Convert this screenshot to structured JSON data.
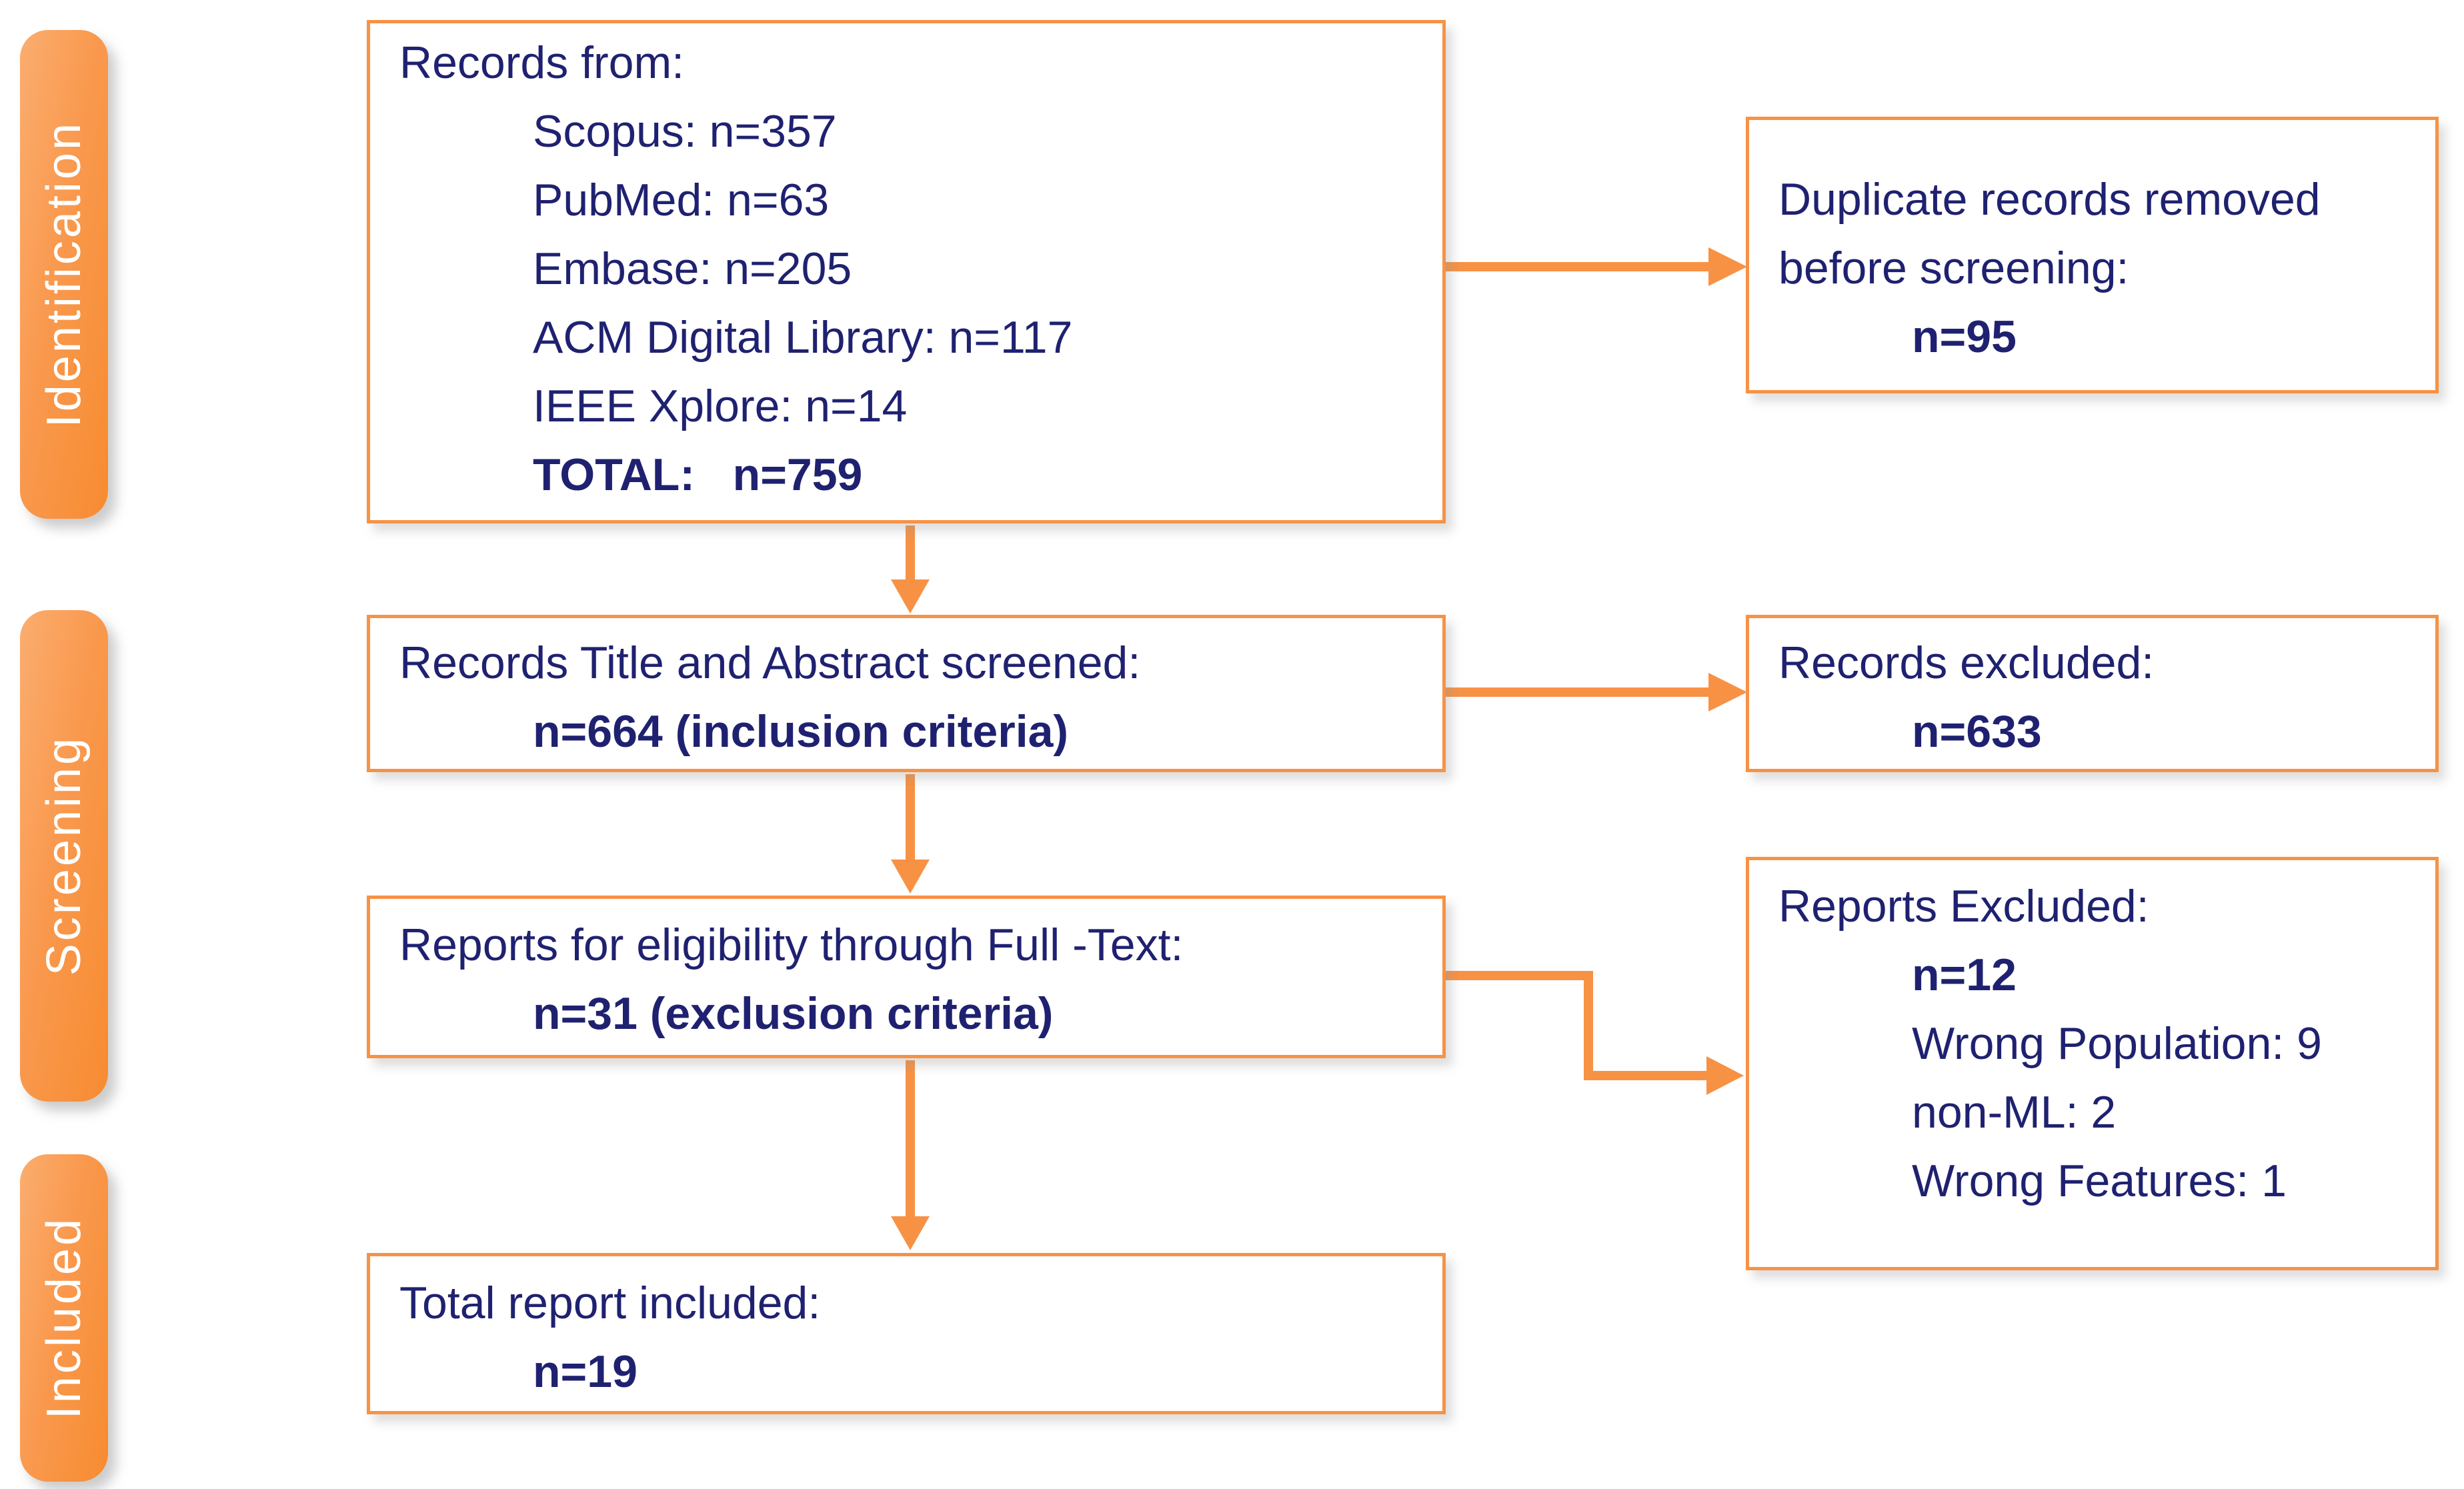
{
  "colors": {
    "accent_orange": "#F79245",
    "text_navy": "#1F2170",
    "tab_gradient_light": "#FBAD6F",
    "tab_gradient_dark": "#F78B30",
    "tab_text": "#FFFFFF"
  },
  "flow": {
    "stage_labels": [
      "Identification",
      "Screening",
      "Included"
    ],
    "box_records_from": {
      "line1": "Records from:",
      "line2": "Scopus: n=357",
      "line3": "PubMed: n=63",
      "line4": "Embase: n=205",
      "line5": "ACM Digital Library: n=117",
      "line6": "IEEE Xplore: n=14",
      "line7": "TOTAL:   n=759"
    },
    "box_duplicates": {
      "line1": "Duplicate records removed",
      "line2": "before screening:",
      "line3": "n=95"
    },
    "box_screened": {
      "line1": "Records Title and Abstract screened:",
      "line2": "n=664 (inclusion criteria)"
    },
    "box_records_excluded": {
      "line1": "Records excluded:",
      "line2": "n=633"
    },
    "box_eligibility": {
      "line1": "Reports for eligibility through Full -Text:",
      "line2": "n=31 (exclusion criteria)"
    },
    "box_reports_excluded": {
      "line1": "Reports Excluded:",
      "line2": "n=12",
      "line3": "Wrong Population: 9",
      "line4": "non-ML: 2",
      "line5": "Wrong Features: 1"
    },
    "box_included": {
      "line1": "Total report included:",
      "line2": "n=19"
    }
  }
}
